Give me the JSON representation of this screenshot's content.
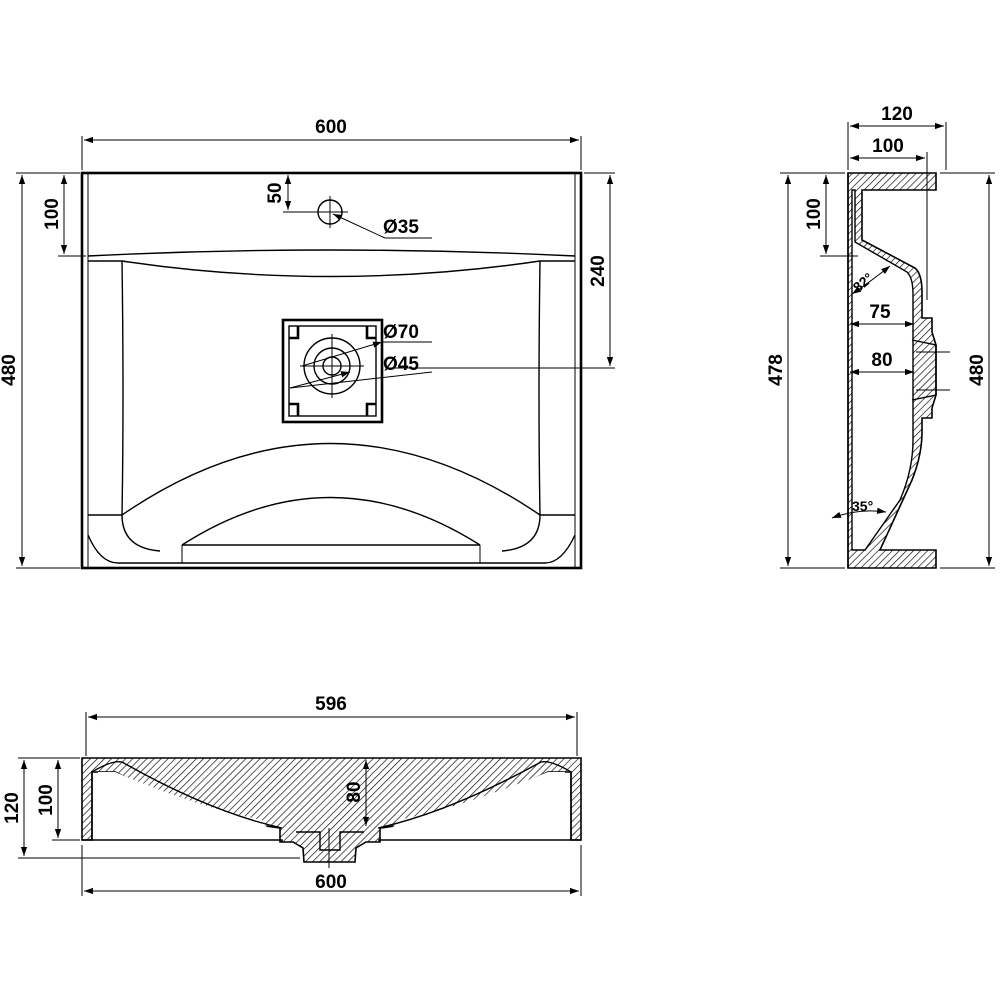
{
  "top_view": {
    "width": "600",
    "depth": "480",
    "back_depth": "100",
    "tap_offset": "50",
    "tap_hole": "Ø35",
    "basin_depth": "240",
    "drain_outer": "Ø70",
    "drain_inner": "Ø45"
  },
  "side_view": {
    "overall_depth": "120",
    "inner_depth": "100",
    "back_height": "100",
    "angle_top": "82°",
    "drain_offset_top": "75",
    "drain_offset": "80",
    "front_height": "478",
    "total_height": "480",
    "angle_bottom": "35°"
  },
  "front_view": {
    "inner_width": "596",
    "outer_width": "600",
    "height_outer": "120",
    "height_inner": "100",
    "bowl_depth": "80"
  }
}
